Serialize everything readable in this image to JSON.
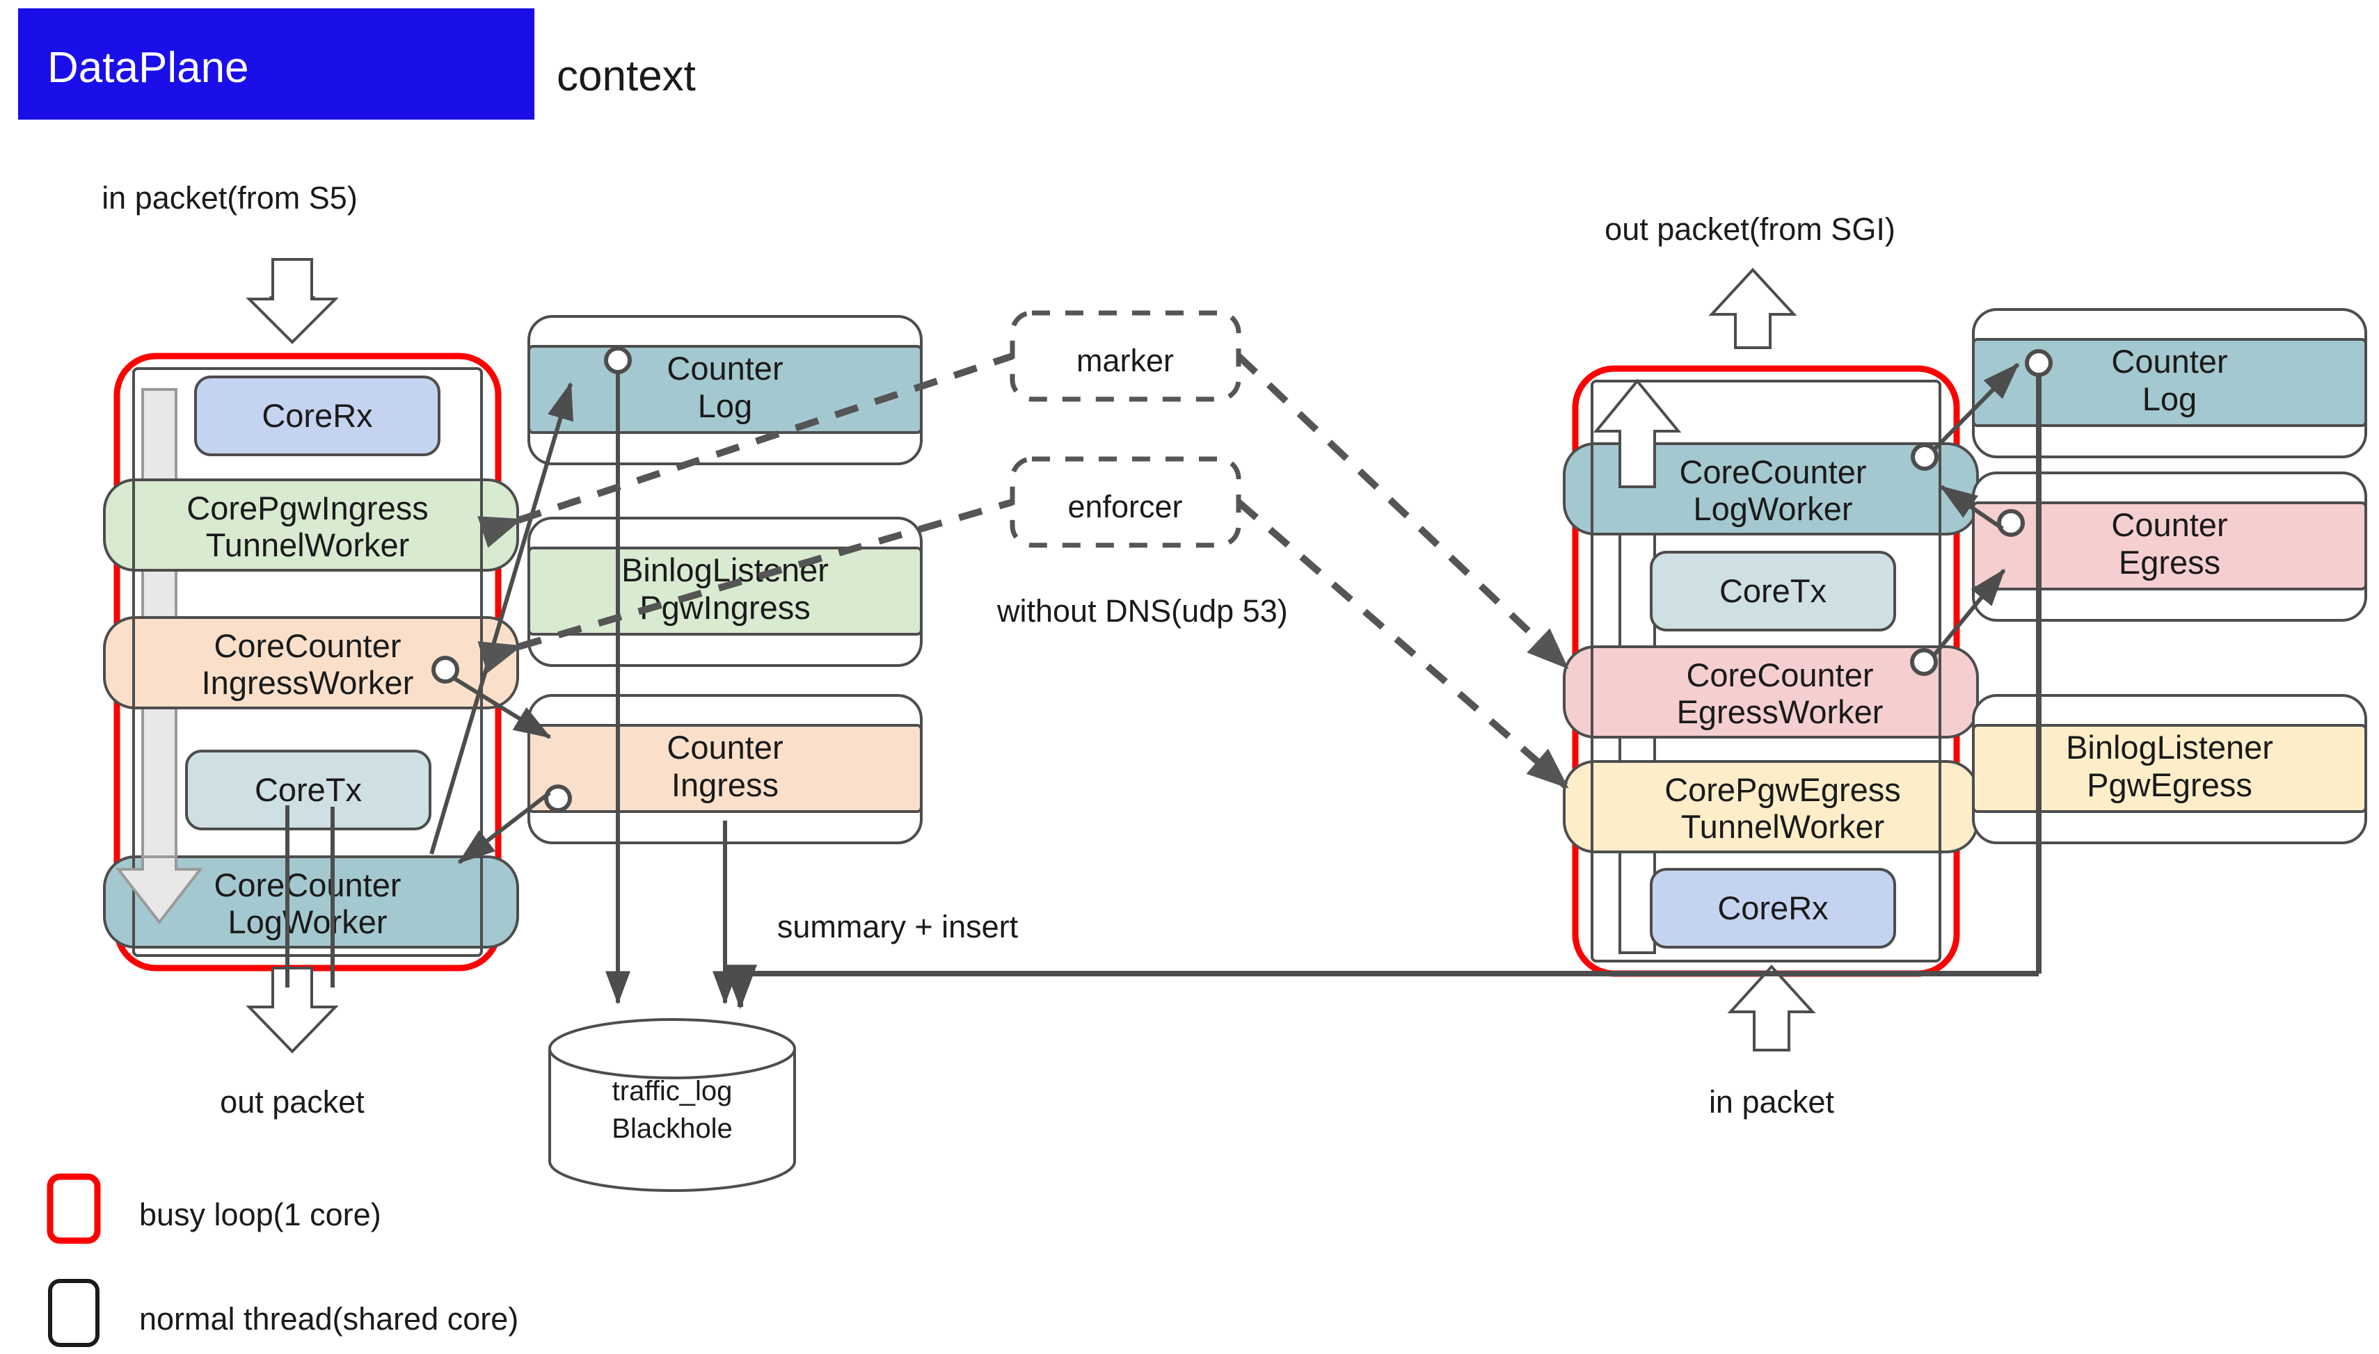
{
  "header": {
    "banner_label": "DataPlane",
    "banner_color": "#1a0fe8",
    "title": "context"
  },
  "annotations": {
    "in_packet_s5": "in packet(from S5)",
    "out_packet_left": "out packet",
    "out_packet_sgi": "out packet(from SGI)",
    "in_packet_right": "in packet",
    "without_dns": "without DNS(udp 53)",
    "summary_insert": "summary + insert"
  },
  "dashed_nodes": [
    {
      "name": "marker",
      "label": "marker"
    },
    {
      "name": "enforcer",
      "label": "enforcer"
    }
  ],
  "left_panel": {
    "name": "ingress-busy-loop-panel",
    "border_color": "#ff0000",
    "rows": [
      {
        "id": "core-rx",
        "label": "CoreRx",
        "color": "#c4d4f0",
        "kind": "pill"
      },
      {
        "id": "core-pgw-ingress-tunnel-worker",
        "label_line1": "CorePgwIngress",
        "label_line2": "TunnelWorker",
        "color": "#d8ead0",
        "kind": "band"
      },
      {
        "id": "core-counter-ingress-worker",
        "label_line1": "CoreCounter",
        "label_line2": "IngressWorker",
        "color": "#fae0ca",
        "kind": "band"
      },
      {
        "id": "core-tx",
        "label": "CoreTx",
        "color": "#cfe0e4",
        "kind": "pill"
      },
      {
        "id": "core-counter-log-worker",
        "label_line1": "CoreCounter",
        "label_line2": "LogWorker",
        "color": "#a4c8cf",
        "kind": "band"
      }
    ]
  },
  "left_threads": [
    {
      "id": "counter-log",
      "label_line1": "Counter",
      "label_line2": "Log",
      "color": "#a4c8cf"
    },
    {
      "id": "binlog-listener-pgw-ingress",
      "label_line1": "BinlogListener",
      "label_line2": "PgwIngress",
      "color": "#d8ead0"
    },
    {
      "id": "counter-ingress",
      "label_line1": "Counter",
      "label_line2": "Ingress",
      "color": "#fae0ca"
    }
  ],
  "right_panel": {
    "name": "egress-busy-loop-panel",
    "border_color": "#ff0000",
    "rows": [
      {
        "id": "core-counter-log-worker",
        "label_line1": "CoreCounter",
        "label_line2": "LogWorker",
        "color": "#a4c8cf",
        "kind": "band"
      },
      {
        "id": "core-tx",
        "label": "CoreTx",
        "color": "#cfe0e4",
        "kind": "pill"
      },
      {
        "id": "core-counter-egress-worker",
        "label_line1": "CoreCounter",
        "label_line2": "EgressWorker",
        "color": "#f5cfd0",
        "kind": "band"
      },
      {
        "id": "core-pgw-egress-tunnel-worker",
        "label_line1": "CorePgwEgress",
        "label_line2": "TunnelWorker",
        "color": "#fdeec9",
        "kind": "band"
      },
      {
        "id": "core-rx",
        "label": "CoreRx",
        "color": "#c4d4f0",
        "kind": "pill"
      }
    ]
  },
  "right_threads": [
    {
      "id": "counter-log",
      "label_line1": "Counter",
      "label_line2": "Log",
      "color": "#a4c8cf"
    },
    {
      "id": "counter-egress",
      "label_line1": "Counter",
      "label_line2": "Egress",
      "color": "#f5cfd0"
    },
    {
      "id": "binlog-listener-pgw-egress",
      "label_line1": "BinlogListener",
      "label_line2": "PgwEgress",
      "color": "#fdeec9"
    }
  ],
  "database": {
    "name": "traffic-log-blackhole",
    "label_line1": "traffic_log",
    "label_line2": "Blackhole"
  },
  "legend": [
    {
      "id": "busy-loop",
      "label": "busy loop(1 core)",
      "border_color": "#ff0000"
    },
    {
      "id": "normal-thread",
      "label": "normal thread(shared core)",
      "border_color": "#1a1a1a"
    }
  ]
}
